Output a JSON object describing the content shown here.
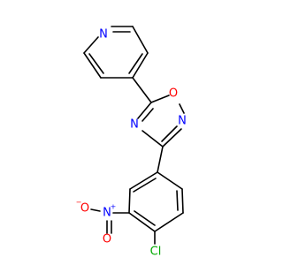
{
  "molecule": {
    "colors": {
      "bond": "#000000",
      "nitrogen": "#0000ff",
      "oxygen": "#ff0000",
      "chlorine": "#00aa00"
    },
    "labels": {
      "pyridine_n": "N",
      "oxadiazole_o": "O",
      "oxadiazole_n2": "N",
      "oxadiazole_n4": "N",
      "nitro_n": "N",
      "nitro_o_minus": "O",
      "nitro_o": "O",
      "chlorine": "Cl",
      "nitro_n_charge": "+",
      "nitro_o_charge": "−"
    }
  }
}
